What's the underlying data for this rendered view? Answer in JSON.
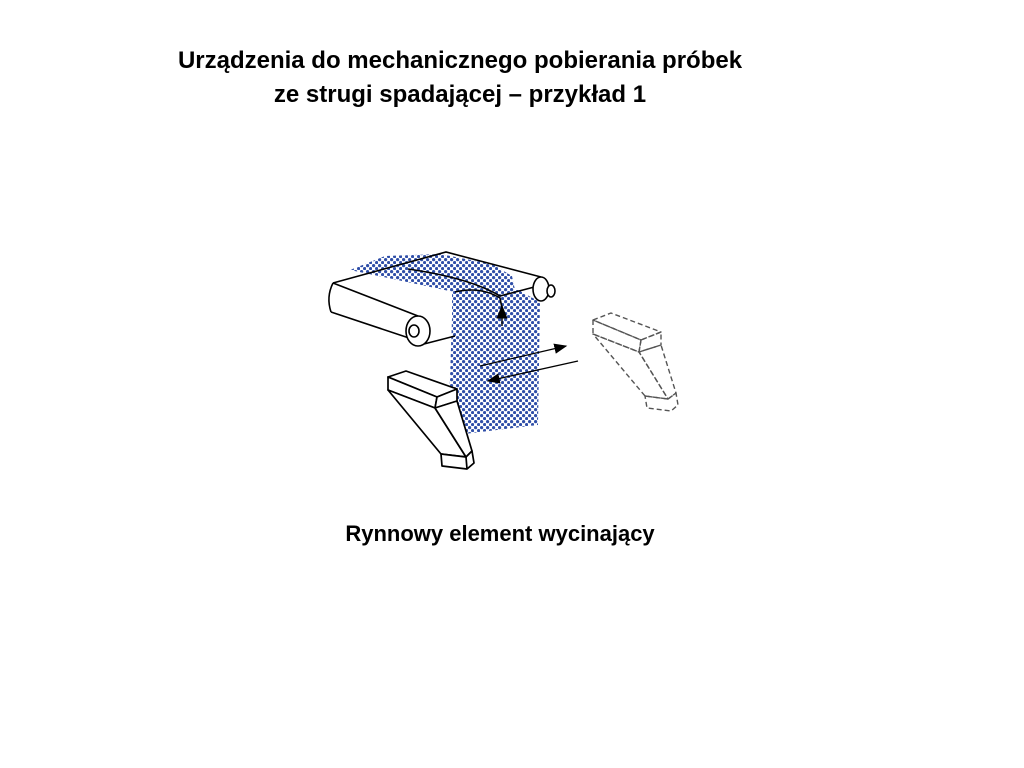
{
  "title": {
    "line1": "Urządzenia do mechanicznego pobierania próbek",
    "line2": "ze strugi spadającej – przykład 1"
  },
  "caption": "Rynnowy element wycinający",
  "colors": {
    "stream": "#2f4ea8",
    "line": "#000000",
    "dashed_line": "#555555",
    "background": "#ffffff"
  }
}
